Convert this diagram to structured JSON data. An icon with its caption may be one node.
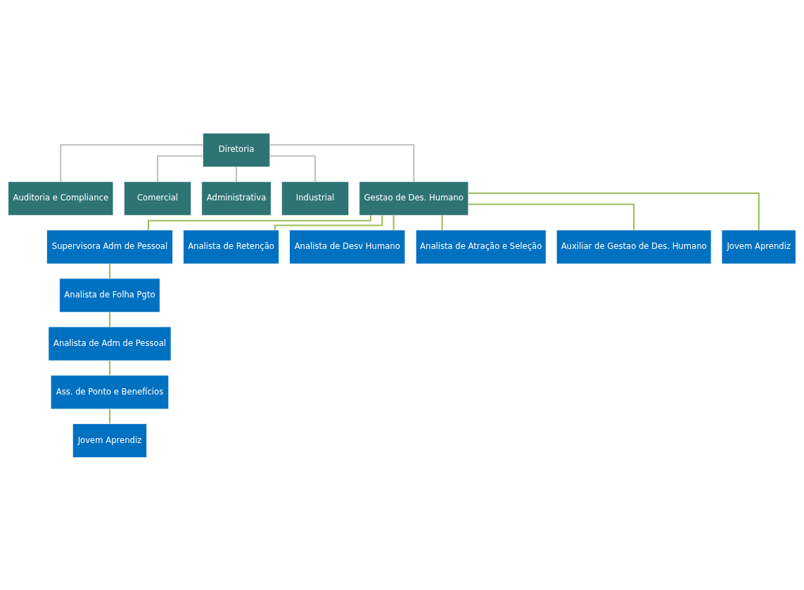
{
  "diagram": {
    "nodes": [
      {
        "text": [
          "Diretoria"
        ]
      },
      {
        "text": [
          "Auditoria e Compliance"
        ]
      },
      {
        "text": [
          "Comercial"
        ]
      },
      {
        "text": [
          "Administrativa"
        ]
      },
      {
        "text": [
          "Industrial"
        ]
      },
      {
        "text": [
          "Gestao de Des. Humano"
        ]
      },
      {
        "text": [
          "Supervisora Adm de Pessoal"
        ]
      },
      {
        "text": [
          "Analista de Retenção"
        ]
      },
      {
        "text": [
          "Analista de Desv Humano"
        ]
      },
      {
        "text": [
          "Analista de Atração e Seleção"
        ]
      },
      {
        "text": [
          "Auxiliar de Gestao de Des. Humano"
        ]
      },
      {
        "text": [
          "Jovem Aprendiz"
        ]
      },
      {
        "text": [
          "Analista de Folha Pgto"
        ]
      },
      {
        "text": [
          "Analista de Adm de Pessoal"
        ]
      },
      {
        "text": [
          "Ass. de Ponto e Benefícios"
        ]
      },
      {
        "text": [
          "Jovem Aprendiz"
        ]
      }
    ],
    "edges": [
      {
        "from": 0,
        "to": 1,
        "arrow": "none",
        "color": "#c0c0c0"
      },
      {
        "from": 0,
        "to": 2,
        "arrow": "none",
        "color": "#c0c0c0"
      },
      {
        "from": 0,
        "to": 3,
        "arrow": "none",
        "color": "#c0c0c0"
      },
      {
        "from": 0,
        "to": 4,
        "arrow": "none",
        "color": "#c0c0c0"
      },
      {
        "from": 0,
        "to": 5,
        "arrow": "none",
        "color": "#c0c0c0"
      },
      {
        "from": 5,
        "to": 6,
        "arrow": "none"
      },
      {
        "from": 5,
        "to": 7,
        "arrow": "none"
      },
      {
        "from": 5,
        "to": 8,
        "arrow": "none"
      },
      {
        "from": 5,
        "to": 9,
        "arrow": "none"
      },
      {
        "from": 5,
        "to": 10,
        "arrow": "none"
      },
      {
        "from": 5,
        "to": 11,
        "arrow": "none"
      },
      {
        "from": 6,
        "to": 12,
        "arrow": "none"
      },
      {
        "from": 12,
        "to": 13,
        "arrow": "none"
      },
      {
        "from": 13,
        "to": 14,
        "arrow": "none"
      },
      {
        "from": 14,
        "to": 15,
        "arrow": "none"
      }
    ]
  }
}
